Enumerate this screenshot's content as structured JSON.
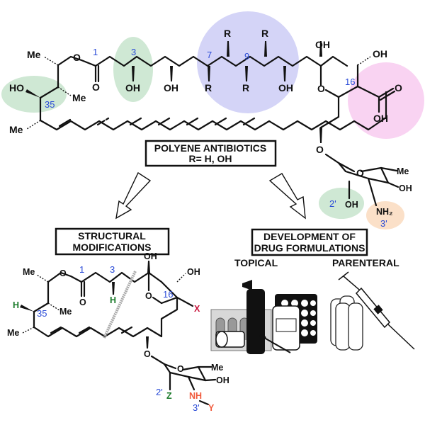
{
  "figure": {
    "type": "graphical-abstract",
    "subject": "Polyene antibiotics: structural modifications and drug formulations"
  },
  "top_box": {
    "line1": "POLYENE ANTIBIOTICS",
    "line2": "R= H, OH"
  },
  "left_box": {
    "line1": "STRUCTURAL",
    "line2": "MODIFICATIONS"
  },
  "right_box": {
    "line1": "DEVELOPMENT OF",
    "line2": "DRUG FORMULATIONS"
  },
  "formulation_categories": {
    "topical": "TOPICAL",
    "parenteral": "PARENTERAL"
  },
  "top_molecule": {
    "labels": {
      "me": "Me",
      "o": "O",
      "oh": "OH",
      "ho": "HO",
      "r": "R",
      "nh2": "NH₂"
    },
    "position_numbers": {
      "c1": "1",
      "c3": "3",
      "c7": "7",
      "c9": "9",
      "c16": "16",
      "c35": "35",
      "c2p": "2'",
      "c3p": "3'"
    },
    "highlight_colors": {
      "green": "#cfe8d4",
      "lavender": "#d4d4f7",
      "pink": "#f9d3f2",
      "peach": "#fbe0c8"
    }
  },
  "bottom_molecule": {
    "labels": {
      "me": "Me",
      "o": "O",
      "oh": "OH",
      "h": "H",
      "x": "X",
      "z": "Z",
      "nh": "NH",
      "y": "Y"
    },
    "position_numbers": {
      "c1": "1",
      "c3": "3",
      "c16": "16",
      "c35": "35",
      "c2p": "2'",
      "c3p": "3'"
    },
    "label_colors": {
      "h": "#1a7a2a",
      "z": "#1a7a2a",
      "x": "#c8143c",
      "nh": "#f05a3c",
      "y": "#f05a3c"
    }
  },
  "colors": {
    "number_blue": "#2a4bd7",
    "ink": "#111111"
  }
}
